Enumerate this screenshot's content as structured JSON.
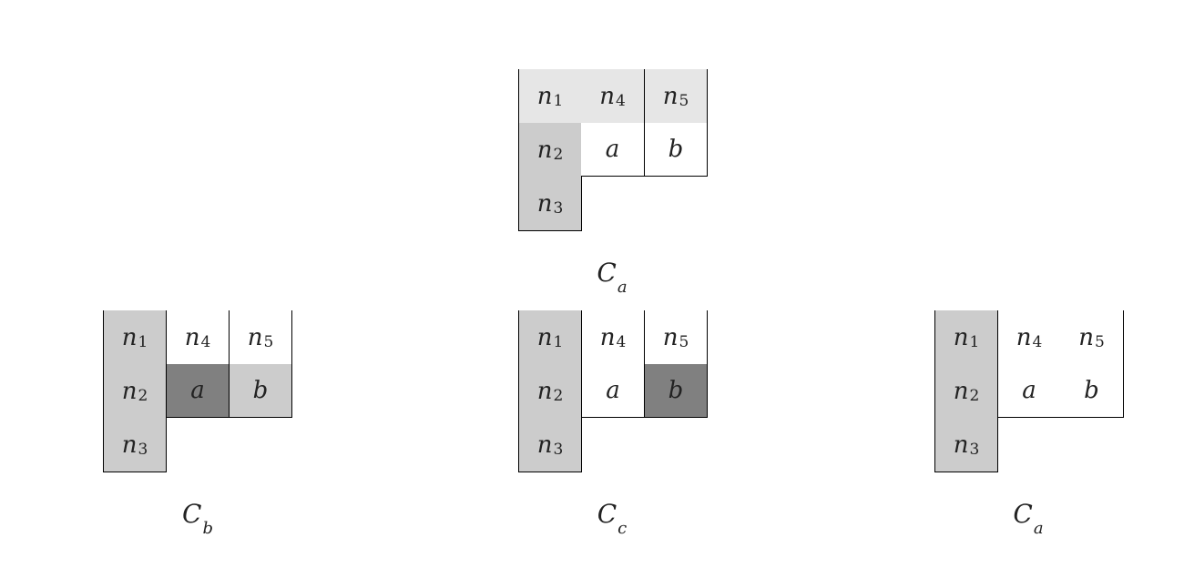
{
  "diagrams": [
    {
      "id": "top",
      "caption": {
        "base": "C",
        "sub": "a"
      },
      "cells": {
        "n1": {
          "base": "n",
          "sub": "1"
        },
        "n4": {
          "base": "n",
          "sub": "4"
        },
        "n5": {
          "base": "n",
          "sub": "5"
        },
        "n2": {
          "base": "n",
          "sub": "2"
        },
        "a": {
          "base": "a"
        },
        "b": {
          "base": "b"
        },
        "n3": {
          "base": "n",
          "sub": "3"
        }
      }
    },
    {
      "id": "bottom-left",
      "caption": {
        "base": "C",
        "sub": "b"
      },
      "cells": {
        "n1": {
          "base": "n",
          "sub": "1"
        },
        "n4": {
          "base": "n",
          "sub": "4"
        },
        "n5": {
          "base": "n",
          "sub": "5"
        },
        "n2": {
          "base": "n",
          "sub": "2"
        },
        "a": {
          "base": "a"
        },
        "b": {
          "base": "b"
        },
        "n3": {
          "base": "n",
          "sub": "3"
        }
      }
    },
    {
      "id": "bottom-middle",
      "caption": {
        "base": "C",
        "sub": "c"
      },
      "cells": {
        "n1": {
          "base": "n",
          "sub": "1"
        },
        "n4": {
          "base": "n",
          "sub": "4"
        },
        "n5": {
          "base": "n",
          "sub": "5"
        },
        "n2": {
          "base": "n",
          "sub": "2"
        },
        "a": {
          "base": "a"
        },
        "b": {
          "base": "b"
        },
        "n3": {
          "base": "n",
          "sub": "3"
        }
      }
    },
    {
      "id": "bottom-right",
      "caption": {
        "base": "C",
        "sub": "a"
      },
      "cells": {
        "n1": {
          "base": "n",
          "sub": "1"
        },
        "n4": {
          "base": "n",
          "sub": "4"
        },
        "n5": {
          "base": "n",
          "sub": "5"
        },
        "n2": {
          "base": "n",
          "sub": "2"
        },
        "a": {
          "base": "a"
        },
        "b": {
          "base": "b"
        },
        "n3": {
          "base": "n",
          "sub": "3"
        }
      }
    }
  ],
  "colors": {
    "light_gray": "#e6e6e6",
    "gray": "#cccccc",
    "dark_gray": "#808080",
    "white": "#ffffff"
  }
}
